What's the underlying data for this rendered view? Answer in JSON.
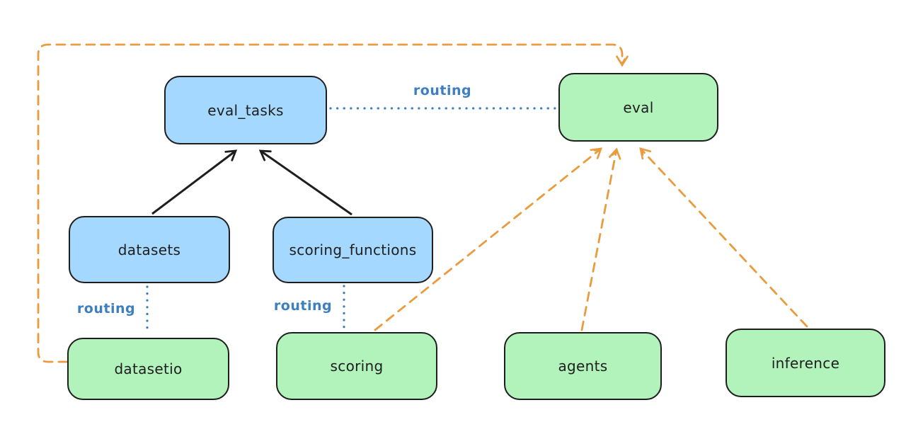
{
  "colors": {
    "background": "#ffffff",
    "node_blue": "#a5d8ff",
    "node_green": "#b2f2bb",
    "stroke": "#1e1e1e",
    "arrow_orange": "#e99b3e",
    "routing_blue": "#3e7fc1"
  },
  "nodes": [
    {
      "id": "eval_tasks",
      "label": "eval_tasks",
      "fill": "blue"
    },
    {
      "id": "eval",
      "label": "eval",
      "fill": "green"
    },
    {
      "id": "datasets",
      "label": "datasets",
      "fill": "blue"
    },
    {
      "id": "scoring_functions",
      "label": "scoring_functions",
      "fill": "blue"
    },
    {
      "id": "datasetio",
      "label": "datasetio",
      "fill": "green"
    },
    {
      "id": "scoring",
      "label": "scoring",
      "fill": "green"
    },
    {
      "id": "agents",
      "label": "agents",
      "fill": "green"
    },
    {
      "id": "inference",
      "label": "inference",
      "fill": "green"
    }
  ],
  "edges": [
    {
      "from": "datasets",
      "to": "eval_tasks",
      "style": "solid",
      "color": "black",
      "label": ""
    },
    {
      "from": "scoring_functions",
      "to": "eval_tasks",
      "style": "solid",
      "color": "black",
      "label": ""
    },
    {
      "from": "eval_tasks",
      "to": "eval",
      "style": "dotted",
      "color": "blue",
      "label": "routing"
    },
    {
      "from": "datasets",
      "to": "datasetio",
      "style": "dotted",
      "color": "blue",
      "label": "routing"
    },
    {
      "from": "scoring_functions",
      "to": "scoring",
      "style": "dotted",
      "color": "blue",
      "label": "routing"
    },
    {
      "from": "datasetio",
      "to": "eval",
      "style": "dashed",
      "color": "orange",
      "label": ""
    },
    {
      "from": "scoring",
      "to": "eval",
      "style": "dashed",
      "color": "orange",
      "label": ""
    },
    {
      "from": "agents",
      "to": "eval",
      "style": "dashed",
      "color": "orange",
      "label": ""
    },
    {
      "from": "inference",
      "to": "eval",
      "style": "dashed",
      "color": "orange",
      "label": ""
    }
  ]
}
